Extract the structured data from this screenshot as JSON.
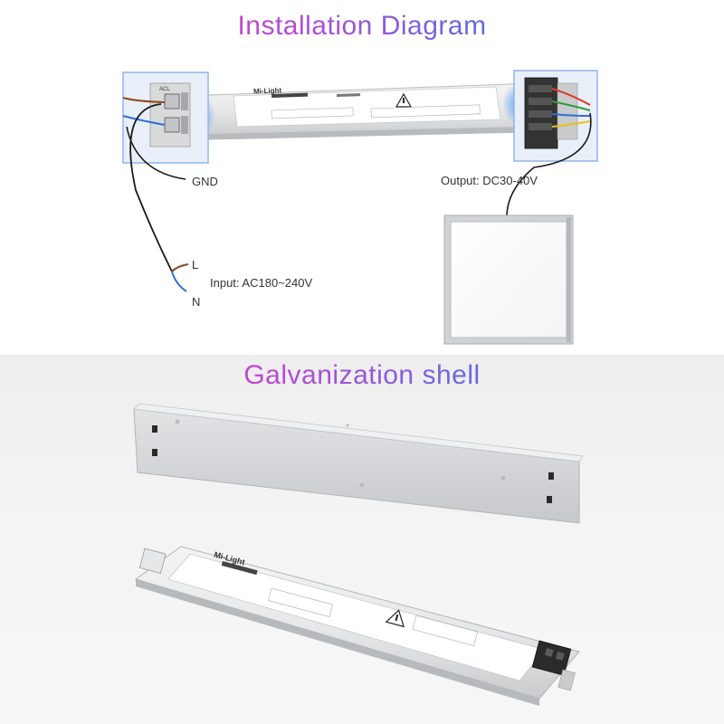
{
  "diagram": {
    "title": "Installation Diagram",
    "labels": {
      "gnd": "GND",
      "output": "Output: DC30-40V",
      "live": "L",
      "input": "Input: AC180~240V",
      "neutral": "N"
    },
    "device": {
      "brand": "Mi-Light",
      "terminal_label": "ACL"
    }
  },
  "shell": {
    "title": "Galvanization shell"
  },
  "colors": {
    "wire_brown": "#8b4a1e",
    "wire_blue": "#2f6fd6",
    "wire_black": "#1b1b1b",
    "highlight_blue": "#3b8cff",
    "metal": "#d7d9db"
  }
}
